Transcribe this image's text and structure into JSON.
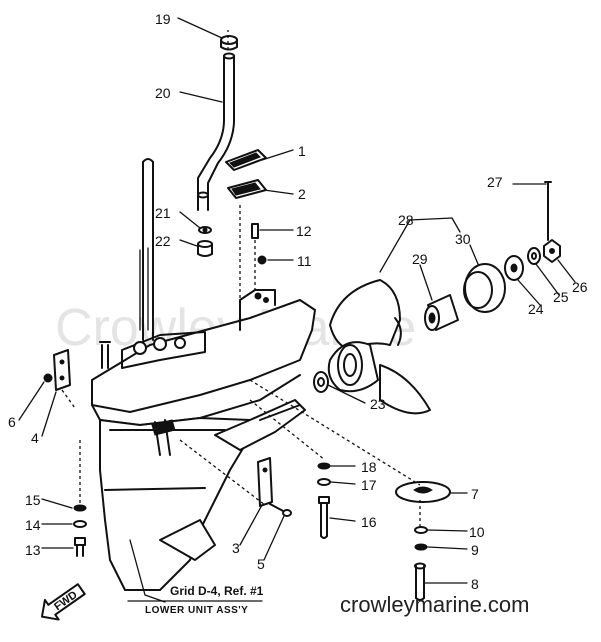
{
  "watermark": "Crowley Marine",
  "website": "crowleymarine.com",
  "reference": {
    "line1": "Grid D-4, Ref. #1",
    "line2": "LOWER UNIT ASS'Y"
  },
  "fwd_label": "FWD",
  "callouts": [
    "1",
    "2",
    "3",
    "4",
    "5",
    "6",
    "7",
    "8",
    "9",
    "10",
    "11",
    "12",
    "13",
    "14",
    "15",
    "16",
    "17",
    "18",
    "19",
    "20",
    "21",
    "22",
    "23",
    "24",
    "25",
    "26",
    "27",
    "28",
    "29",
    "30"
  ],
  "colors": {
    "ink": "#111111",
    "watermark": "#cfcfcf",
    "background": "#ffffff"
  }
}
